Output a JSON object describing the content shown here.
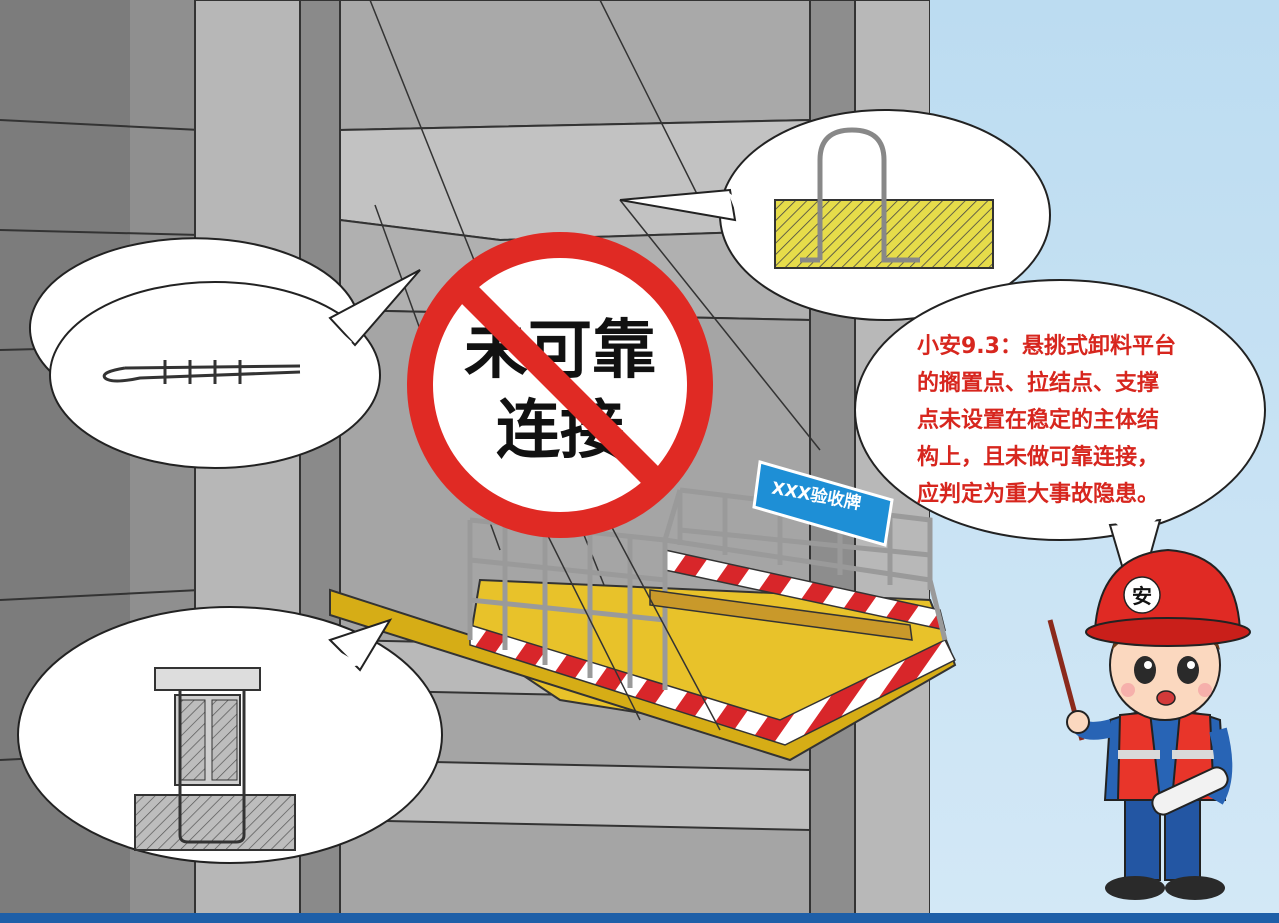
{
  "prohibition_sign": {
    "line1": "未可靠",
    "line2": "连接",
    "color": "#e02a24"
  },
  "acceptance_sign": {
    "label": "XXX验收牌",
    "color": "#1e8fd6"
  },
  "helmet_badge": "安",
  "speech": {
    "lines": [
      "小安9.3：悬挑式卸料平台",
      "的搁置点、拉结点、支撑",
      "点未设置在稳定的主体结",
      "构上，且未做可靠连接，",
      "应判定为重大事故隐患。"
    ],
    "color": "#d7261e"
  },
  "colors": {
    "sky": "#c6e1f3",
    "wall": "#9c9c9c",
    "platform": "#e8c22a",
    "hazard_red": "#d8262a",
    "bottom_bar": "#1e5fa8"
  },
  "icons": [
    "wire-rope-clip-icon",
    "u-bolt-embedded-icon",
    "anchor-bolt-embedded-icon"
  ]
}
